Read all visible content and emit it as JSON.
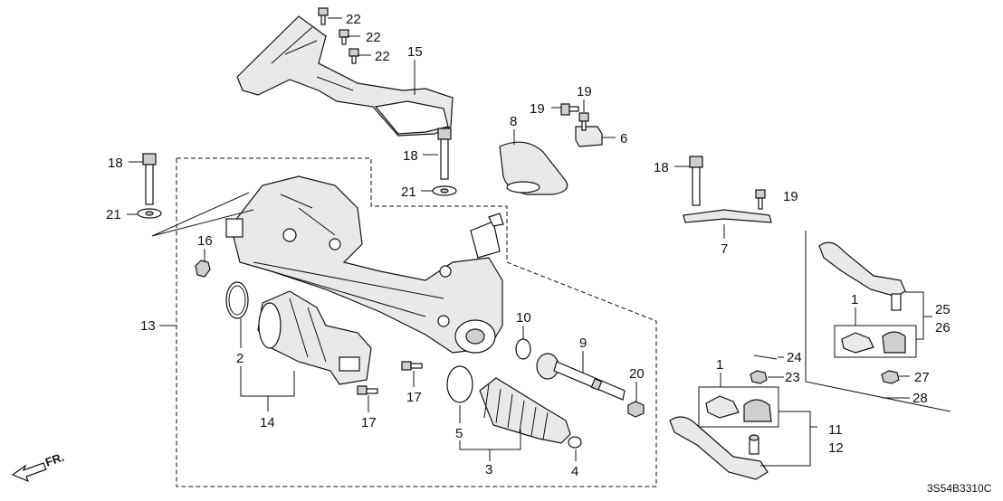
{
  "diagram_code": "3S54B3310C",
  "direction_label": "FR.",
  "callouts": [
    {
      "id": "22a",
      "label": "22"
    },
    {
      "id": "22b",
      "label": "22"
    },
    {
      "id": "22c",
      "label": "22"
    },
    {
      "id": "15",
      "label": "15"
    },
    {
      "id": "19a",
      "label": "19"
    },
    {
      "id": "19b",
      "label": "19"
    },
    {
      "id": "19c",
      "label": "19"
    },
    {
      "id": "8",
      "label": "8"
    },
    {
      "id": "6",
      "label": "6"
    },
    {
      "id": "18a",
      "label": "18"
    },
    {
      "id": "18b",
      "label": "18"
    },
    {
      "id": "18c",
      "label": "18"
    },
    {
      "id": "21a",
      "label": "21"
    },
    {
      "id": "21b",
      "label": "21"
    },
    {
      "id": "7",
      "label": "7"
    },
    {
      "id": "16",
      "label": "16"
    },
    {
      "id": "13",
      "label": "13"
    },
    {
      "id": "2",
      "label": "2"
    },
    {
      "id": "14",
      "label": "14"
    },
    {
      "id": "17a",
      "label": "17"
    },
    {
      "id": "17b",
      "label": "17"
    },
    {
      "id": "10",
      "label": "10"
    },
    {
      "id": "9",
      "label": "9"
    },
    {
      "id": "20",
      "label": "20"
    },
    {
      "id": "5",
      "label": "5"
    },
    {
      "id": "3",
      "label": "3"
    },
    {
      "id": "4",
      "label": "4"
    },
    {
      "id": "1a",
      "label": "1"
    },
    {
      "id": "1b",
      "label": "1"
    },
    {
      "id": "25",
      "label": "25"
    },
    {
      "id": "26",
      "label": "26"
    },
    {
      "id": "24",
      "label": "24"
    },
    {
      "id": "23",
      "label": "23"
    },
    {
      "id": "27",
      "label": "27"
    },
    {
      "id": "28",
      "label": "28"
    },
    {
      "id": "11",
      "label": "11"
    },
    {
      "id": "12",
      "label": "12"
    }
  ]
}
